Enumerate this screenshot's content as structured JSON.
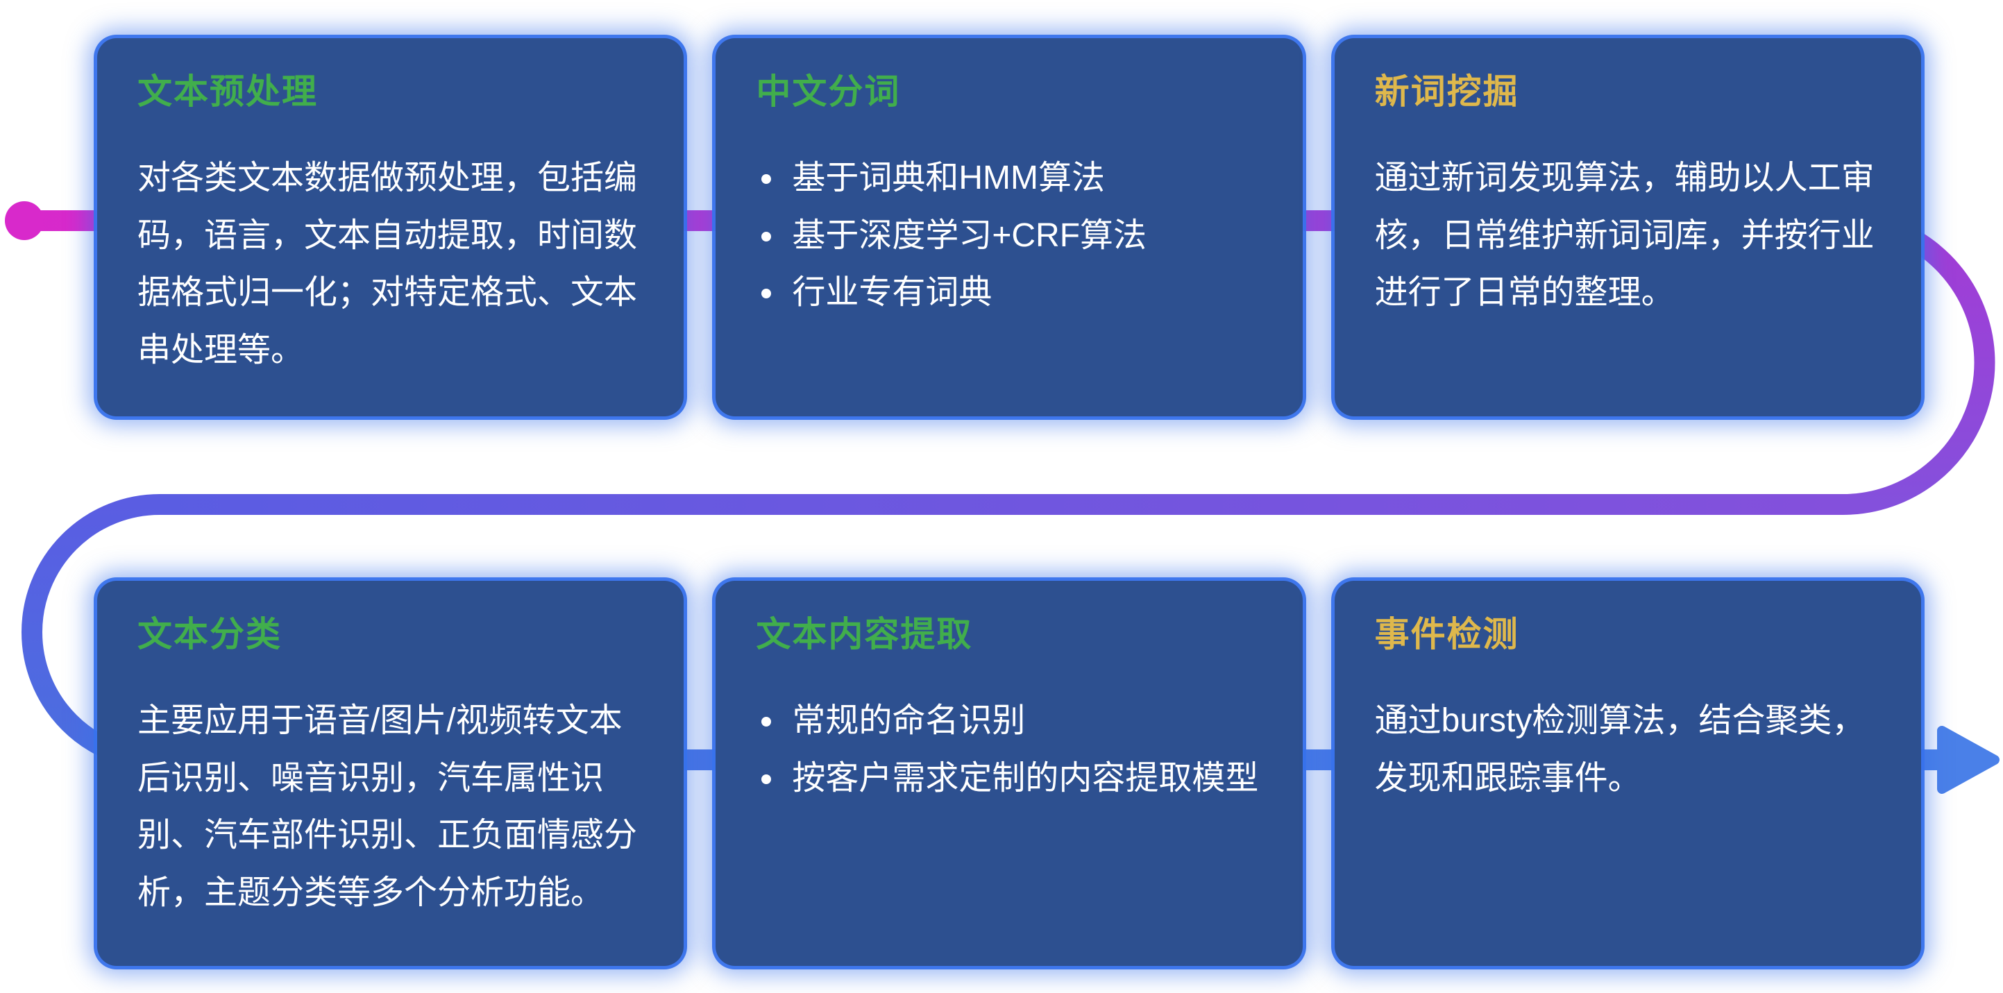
{
  "palette": {
    "page_bg": "#ffffff",
    "card_bg": "#2d5090",
    "card_glow": "#3872ec",
    "title_green": "#41ae4c",
    "title_gold": "#dfb84c",
    "body_text": "#ffffff",
    "flow_start_magenta": "#d829cb",
    "flow_mid_purple": "#8450dc",
    "flow_end_blue": "#4a80e8"
  },
  "cards": [
    {
      "title": "文本预处理",
      "title_color": "#41ae4c",
      "body": "对各类文本数据做预处理，包括编码，语言，文本自动提取，时间数据格式归一化；对特定格式、文本串处理等。"
    },
    {
      "title": "中文分词",
      "title_color": "#41ae4c",
      "bullets": [
        "基于词典和HMM算法",
        "基于深度学习+CRF算法",
        "行业专有词典"
      ]
    },
    {
      "title": "新词挖掘",
      "title_color": "#dfb84c",
      "body": "通过新词发现算法，辅助以人工审核，日常维护新词词库，并按行业进行了日常的整理。"
    },
    {
      "title": "文本分类",
      "title_color": "#41ae4c",
      "body": "主要应用于语音/图片/视频转文本后识别、噪音识别，汽车属性识别、汽车部件识别、正负面情感分析，主题分类等多个分析功能。"
    },
    {
      "title": "文本内容提取",
      "title_color": "#41ae4c",
      "bullets": [
        "常规的命名识别",
        "按客户需求定制的内容提取模型"
      ]
    },
    {
      "title": "事件检测",
      "title_color": "#dfb84c",
      "body": "通过bursty检测算法，结合聚类，发现和跟踪事件。"
    }
  ]
}
